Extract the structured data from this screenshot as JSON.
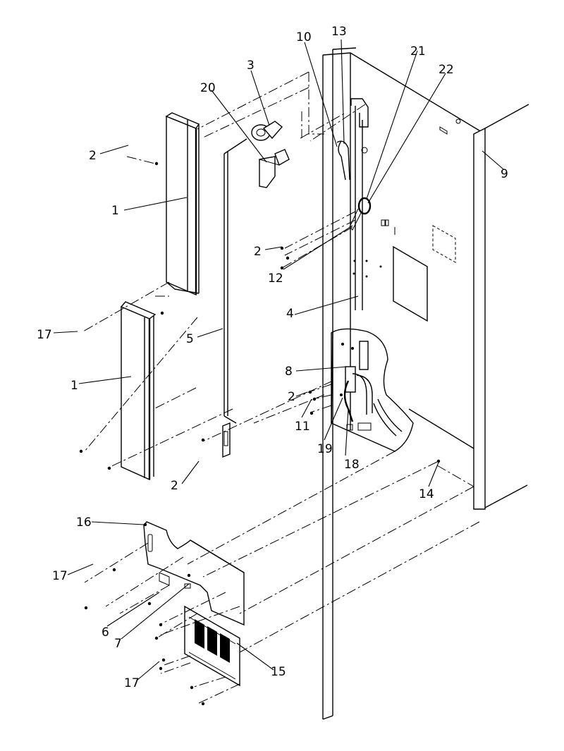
{
  "diagram": {
    "callouts": [
      {
        "id": "c1a",
        "text": "1"
      },
      {
        "id": "c1b",
        "text": "1"
      },
      {
        "id": "c2a",
        "text": "2"
      },
      {
        "id": "c2b",
        "text": "2"
      },
      {
        "id": "c2c",
        "text": "2"
      },
      {
        "id": "c2d",
        "text": "2"
      },
      {
        "id": "c3",
        "text": "3"
      },
      {
        "id": "c4",
        "text": "4"
      },
      {
        "id": "c5",
        "text": "5"
      },
      {
        "id": "c6",
        "text": "6"
      },
      {
        "id": "c7",
        "text": "7"
      },
      {
        "id": "c8",
        "text": "8"
      },
      {
        "id": "c9",
        "text": "9"
      },
      {
        "id": "c10",
        "text": "10"
      },
      {
        "id": "c11",
        "text": "11"
      },
      {
        "id": "c12",
        "text": "12"
      },
      {
        "id": "c13",
        "text": "13"
      },
      {
        "id": "c14",
        "text": "14"
      },
      {
        "id": "c15",
        "text": "15"
      },
      {
        "id": "c16",
        "text": "16"
      },
      {
        "id": "c17a",
        "text": "17"
      },
      {
        "id": "c17b",
        "text": "17"
      },
      {
        "id": "c17c",
        "text": "17"
      },
      {
        "id": "c18",
        "text": "18"
      },
      {
        "id": "c19",
        "text": "19"
      },
      {
        "id": "c20",
        "text": "20"
      },
      {
        "id": "c21",
        "text": "21"
      },
      {
        "id": "c22",
        "text": "22"
      }
    ]
  }
}
